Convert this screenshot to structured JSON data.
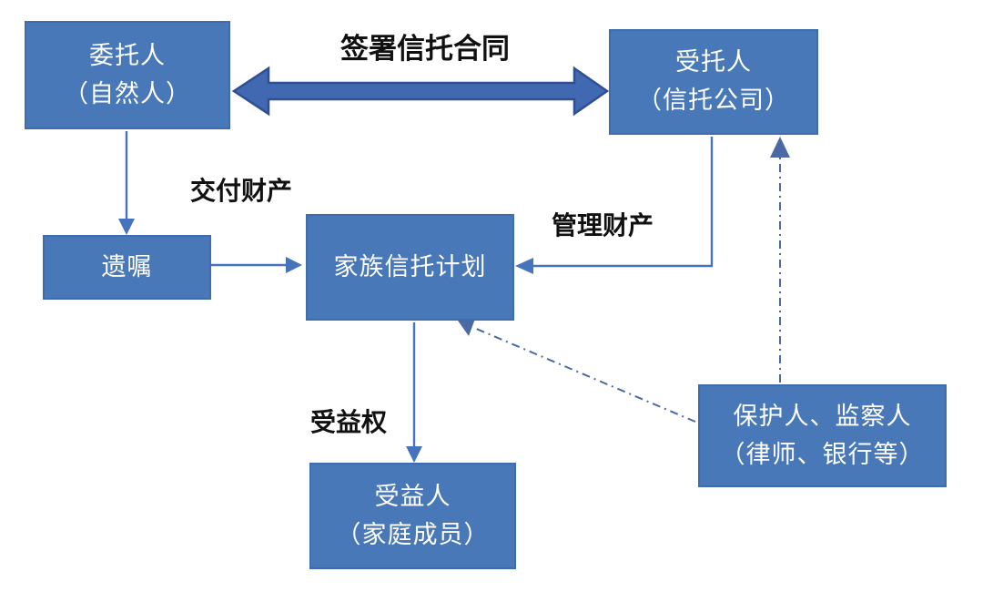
{
  "diagram": {
    "nodes": {
      "settlor": {
        "lines": [
          "委托人",
          "（自然人）"
        ]
      },
      "trustee": {
        "lines": [
          "受托人",
          "（信托公司）"
        ]
      },
      "will": {
        "lines": [
          "遗嘱"
        ]
      },
      "trust_plan": {
        "lines": [
          "家族信托计划"
        ]
      },
      "beneficiary": {
        "lines": [
          "受益人",
          "（家庭成员）"
        ]
      },
      "protector": {
        "lines": [
          "保护人、监察人",
          "（律师、银行等）"
        ]
      }
    },
    "edge_labels": {
      "sign_contract": "签署信托合同",
      "deliver_property": "交付财产",
      "manage_property": "管理财产",
      "beneficial_right": "受益权"
    },
    "colors": {
      "background": "#ffffff",
      "box_fill": "#4878b8",
      "box_border": "#3f6cae",
      "box_text": "#ffffff",
      "arrow": "#4673bd",
      "double_arrow_fill": "#4169b2",
      "double_arrow_border": "#2f4f93",
      "dash_line": "#4a6aa6",
      "label_text": "#111111"
    }
  }
}
